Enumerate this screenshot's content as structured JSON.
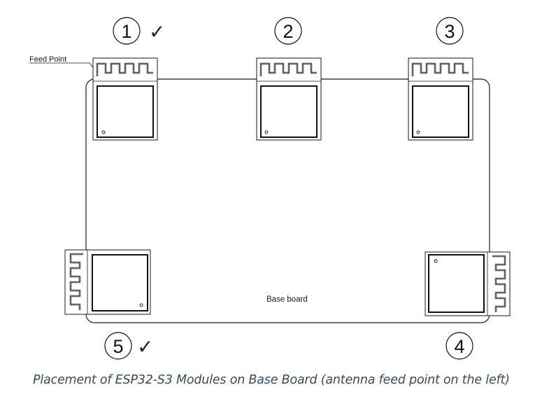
{
  "diagram": {
    "labels": {
      "feed_point": "Feed Point",
      "base_board": "Base board"
    },
    "positions": [
      {
        "number": "1",
        "recommended": true
      },
      {
        "number": "2",
        "recommended": false
      },
      {
        "number": "3",
        "recommended": false
      },
      {
        "number": "4",
        "recommended": false
      },
      {
        "number": "5",
        "recommended": true
      }
    ],
    "check_mark": "✓"
  },
  "caption": "Placement of ESP32-S3 Modules on Base Board (antenna feed point on the left)"
}
